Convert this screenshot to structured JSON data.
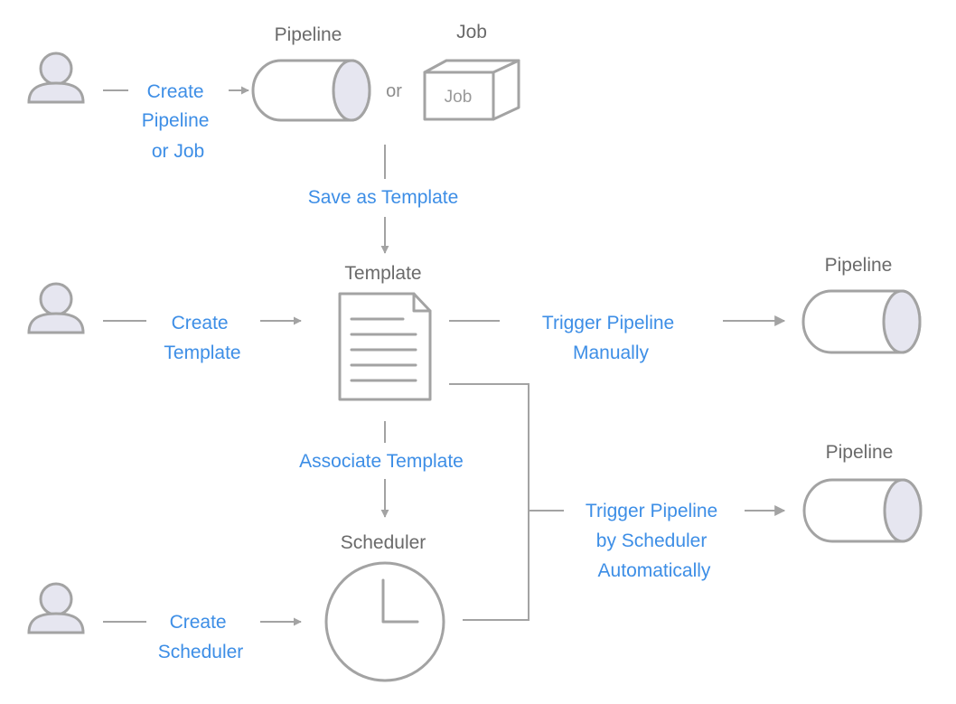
{
  "nodes": {
    "pipeline_top_title": "Pipeline",
    "job_title": "Job",
    "job_box_label": "Job",
    "or_text": "or",
    "template_title": "Template",
    "pipeline_right1_title": "Pipeline",
    "pipeline_right2_title": "Pipeline",
    "scheduler_title": "Scheduler"
  },
  "actions": {
    "create_pipeline_or_job": [
      "Create",
      "Pipeline",
      "or Job"
    ],
    "save_as_template": "Save as Template",
    "create_template": [
      "Create",
      "Template"
    ],
    "trigger_manually": [
      "Trigger Pipeline",
      "Manually"
    ],
    "associate_template": "Associate Template",
    "trigger_scheduler": [
      "Trigger Pipeline",
      "by Scheduler",
      "Automatically"
    ],
    "create_scheduler": [
      "Create",
      "Scheduler"
    ]
  },
  "icons": {
    "user": "user-icon",
    "pipeline": "pipeline-cylinder-icon",
    "job": "job-box-icon",
    "template": "document-icon",
    "scheduler": "clock-icon"
  },
  "colors": {
    "accent_blue": "#3d8ee6",
    "line_gray": "#a3a3a3",
    "cap_fill": "#e6e6f0"
  }
}
